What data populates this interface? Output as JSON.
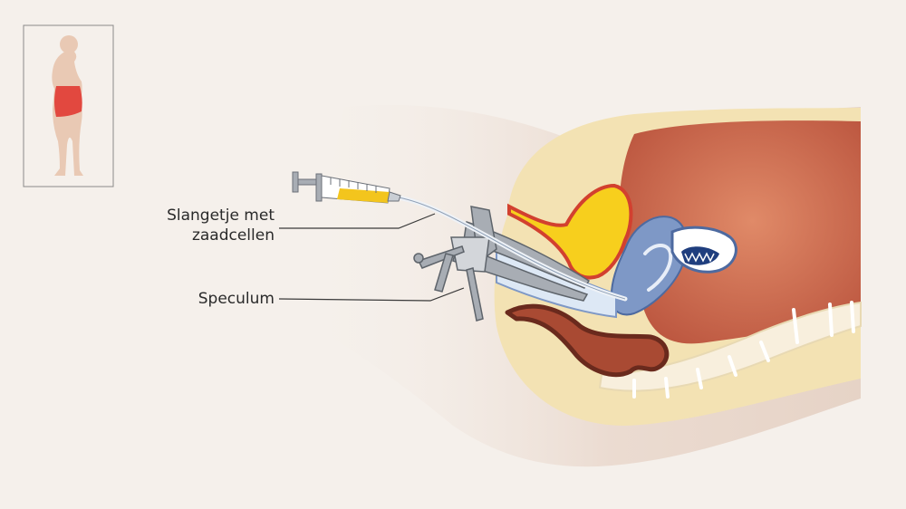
{
  "labels": {
    "tube_line1": "Slangetje met",
    "tube_line2": "zaadcellen",
    "speculum": "Speculum"
  },
  "colors": {
    "background": "#f5f0eb",
    "skin": "#ead9ce",
    "fat_layer": "#f3e2b3",
    "abdomen": "#c95c44",
    "bladder": "#f7cf1d",
    "uterus": "#7e98c6",
    "rectum": "#a94a33",
    "spine": "#f8efdd",
    "highlight": "#e05a4d",
    "sperm_fluid": "#f3c51d"
  },
  "icons": {
    "thumbnail": "body-silhouette-icon",
    "syringe": "syringe-icon",
    "speculum": "speculum-icon"
  }
}
